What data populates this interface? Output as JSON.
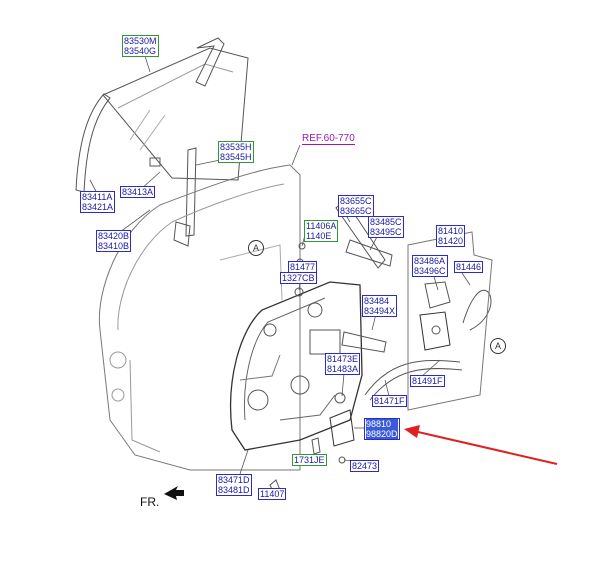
{
  "labels": {
    "l83530": [
      "83530M",
      "83540G"
    ],
    "l83535": [
      "83535H",
      "83545H"
    ],
    "l83411": [
      "83411A",
      "83421A"
    ],
    "l83413": [
      "83413A"
    ],
    "l83420": [
      "83420B",
      "83410B"
    ],
    "l11406": [
      "11406A",
      "1140E"
    ],
    "l83655": [
      "83655C",
      "83665C"
    ],
    "l83485": [
      "83485C",
      "83495C"
    ],
    "l81410": [
      "81410",
      "81420"
    ],
    "l83486": [
      "83486A",
      "83496C"
    ],
    "l81446": [
      "81446"
    ],
    "l81477": [
      "81477"
    ],
    "l1327": [
      "1327CB"
    ],
    "l83484": [
      "83484",
      "83494X"
    ],
    "l81473": [
      "81473E",
      "81483A"
    ],
    "l81491": [
      "81491F"
    ],
    "l81471": [
      "81471F"
    ],
    "l98810": [
      "98810",
      "98820D"
    ],
    "l1731": [
      "1731JE"
    ],
    "l82473": [
      "82473"
    ],
    "l83471": [
      "83471D",
      "83481D"
    ],
    "l11407": [
      "11407"
    ]
  },
  "ref": "REF.60-770",
  "callout": "A",
  "front": "FR.",
  "highlight_color": "#e02020"
}
